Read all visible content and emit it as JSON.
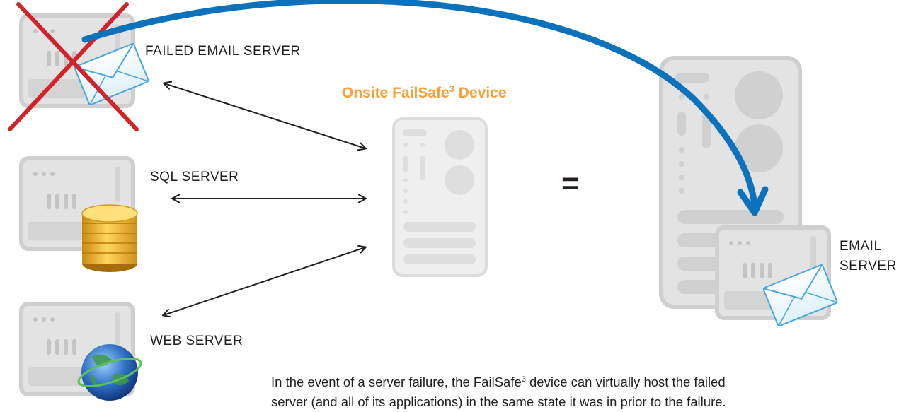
{
  "labels": {
    "failed_email_server": "FAILED EMAIL SERVER",
    "sql_server": "SQL SERVER",
    "web_server": "WEB SERVER",
    "email_server_line1": "EMAIL",
    "email_server_line2": "SERVER"
  },
  "device": {
    "title_prefix": "Onsite FailSafe",
    "title_superscript": "3",
    "title_suffix": " Device"
  },
  "equals_sign": "=",
  "caption": {
    "line1_prefix": "In the event of a server failure, the FailSafe",
    "line1_superscript": "3",
    "line1_suffix": " device can virtually host the failed",
    "line2": "server (and all of its applications) in the same state it was in prior to the failure."
  },
  "colors": {
    "server_fill": "#e3e3e3",
    "server_stroke": "#cfcfcf",
    "server_detail": "#c4c4c4",
    "failure_x": "#d2232a",
    "migration_arrow": "#0c72bb",
    "device_title": "#f4a13a",
    "text": "#231f20"
  }
}
